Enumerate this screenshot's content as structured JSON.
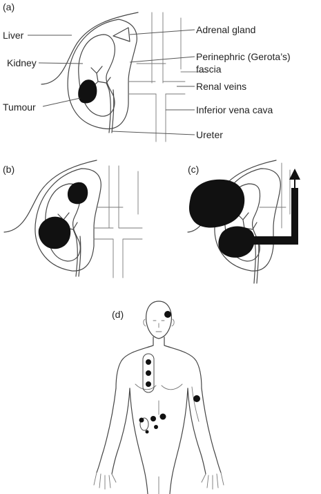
{
  "panels": {
    "a": "(a)",
    "b": "(b)",
    "c": "(c)",
    "d": "(d)"
  },
  "labels": {
    "liver": "Liver",
    "kidney": "Kidney",
    "tumour": "Tumour",
    "adrenal_gland": "Adrenal gland",
    "perinephric_line1": "Perinephric (Gerota’s)",
    "perinephric_line2": "fascia",
    "renal_veins": "Renal veins",
    "ivc": "Inferior vena cava",
    "ureter": "Ureter"
  },
  "colors": {
    "tumour": "#111111",
    "outline": "#444444"
  }
}
